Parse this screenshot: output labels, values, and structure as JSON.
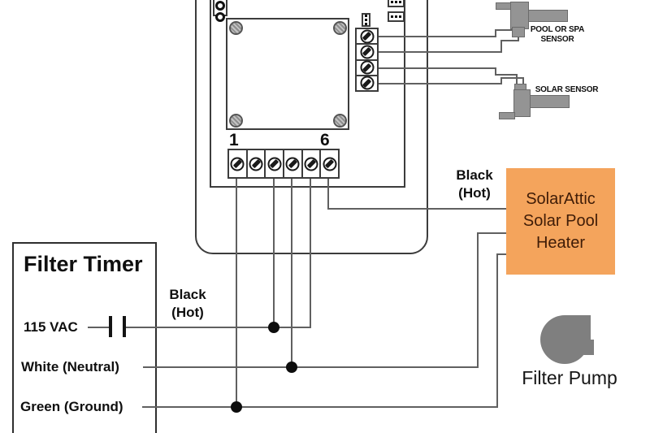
{
  "colors": {
    "wire": "#606060",
    "outline": "#3c3c3c",
    "sensor_gray": "#949494",
    "pump_gray": "#7f7f7f",
    "heater_orange": "#f4a45c",
    "heater_text": "#3f1c07",
    "junction_black": "#0d0d0d"
  },
  "controller": {
    "terminal1_label": "1",
    "terminal6_label": "6"
  },
  "sensors": {
    "pool": {
      "label_line1": "POOL OR SPA",
      "label_line2": "SENSOR"
    },
    "solar": {
      "label": "SOLAR SENSOR"
    }
  },
  "heater": {
    "line1": "SolarAttic",
    "line2": "Solar Pool",
    "line3": "Heater"
  },
  "wire_labels": {
    "heater_hot_line1": "Black",
    "heater_hot_line2": "(Hot)",
    "timer_hot_line1": "Black",
    "timer_hot_line2": "(Hot)"
  },
  "filter_timer": {
    "title": "Filter Timer",
    "vac": "115 VAC",
    "neutral": "White (Neutral)",
    "ground": "Green (Ground)"
  },
  "filter_pump": {
    "label": "Filter Pump"
  }
}
